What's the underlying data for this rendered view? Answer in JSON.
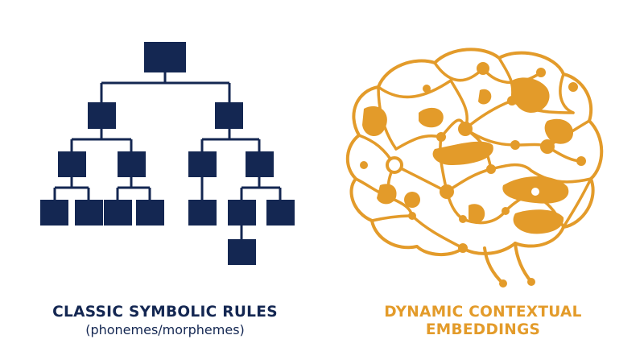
{
  "left": {
    "title": "CLASSIC SYMBOLIC RULES",
    "subtitle": "(phonemes/morphemes)",
    "color": "#142752",
    "icon": "tree-hierarchy-icon"
  },
  "right": {
    "title_line1": "DYNAMIC CONTEXTUAL",
    "title_line2": "EMBEDDINGS",
    "color": "#e39b2a",
    "icon": "neural-brain-icon"
  }
}
